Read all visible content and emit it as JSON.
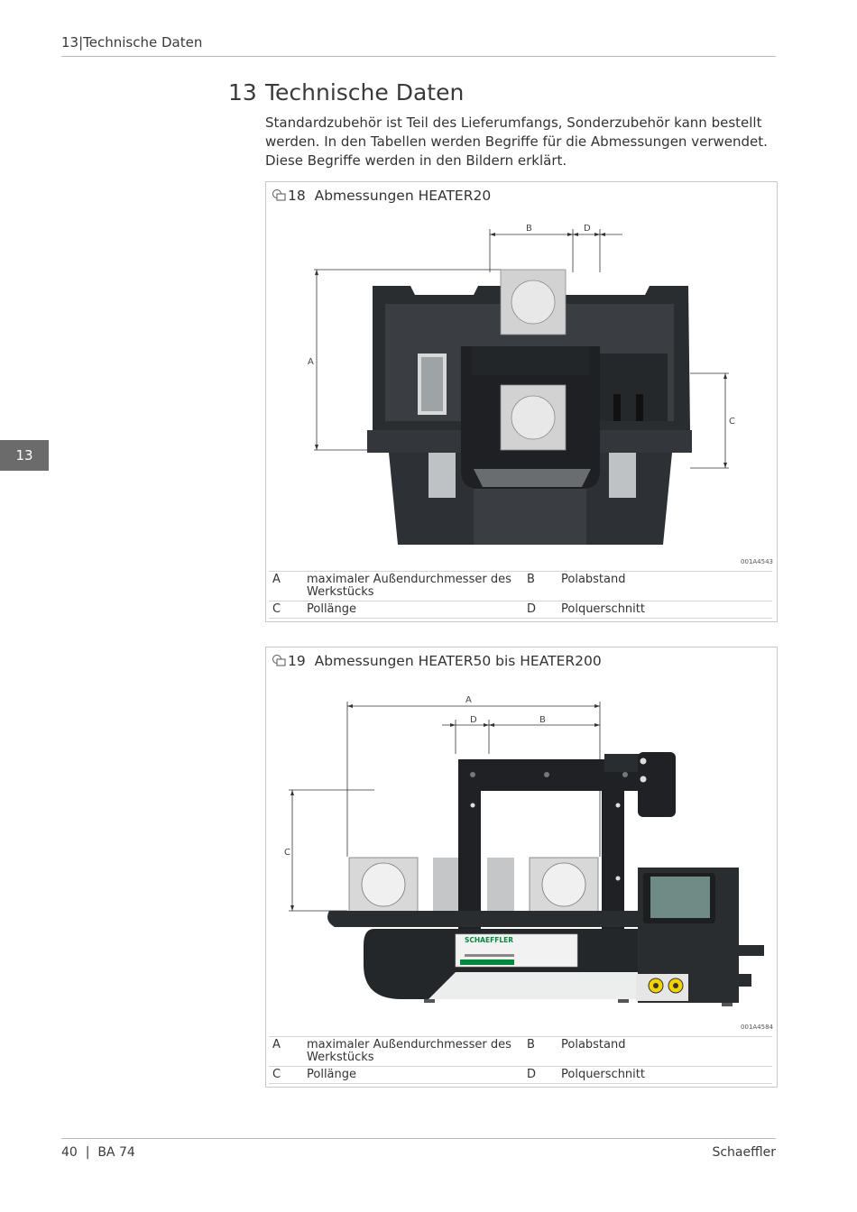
{
  "header": {
    "section": "13|Technische Daten"
  },
  "side_tab": "13",
  "chapter": {
    "number": "13",
    "title": "Technische Daten"
  },
  "intro": [
    "Standardzubehör ist Teil des Lieferumfangs, Sonderzubehör kann bestellt",
    "werden. In den Tabellen werden Begriffe für die Abmessungen verwendet.",
    "Diese Begriffe werden in den Bildern erklärt."
  ],
  "figures": [
    {
      "number": "18",
      "title": "Abmessungen HEATER20",
      "code": "001A4543",
      "dimension_labels": {
        "A": "A",
        "B": "B",
        "C": "C",
        "D": "D"
      },
      "legend": [
        {
          "k1": "A",
          "v1": "maximaler Außendurchmesser des Werkstücks",
          "k2": "B",
          "v2": "Polabstand"
        },
        {
          "k1": "C",
          "v1": "Pollänge",
          "k2": "D",
          "v2": "Polquerschnitt"
        }
      ]
    },
    {
      "number": "19",
      "title": "Abmessungen HEATER50 bis HEATER200",
      "code": "001A4584",
      "dimension_labels": {
        "A": "A",
        "B": "B",
        "C": "C",
        "D": "D"
      },
      "device_label": "SCHAEFFLER",
      "legend": [
        {
          "k1": "A",
          "v1": "maximaler Außendurchmesser des Werkstücks",
          "k2": "B",
          "v2": "Polabstand"
        },
        {
          "k1": "C",
          "v1": "Pollänge",
          "k2": "D",
          "v2": "Polquerschnitt"
        }
      ]
    }
  ],
  "footer": {
    "left": "40  |  BA 74",
    "right": "Schaeffler"
  },
  "colors": {
    "tab": "#6b6b6b",
    "device_dark": "#2a2d30",
    "screen": "#6e8b86",
    "brand_green": "#00893d",
    "rule": "#b9b9b9"
  }
}
